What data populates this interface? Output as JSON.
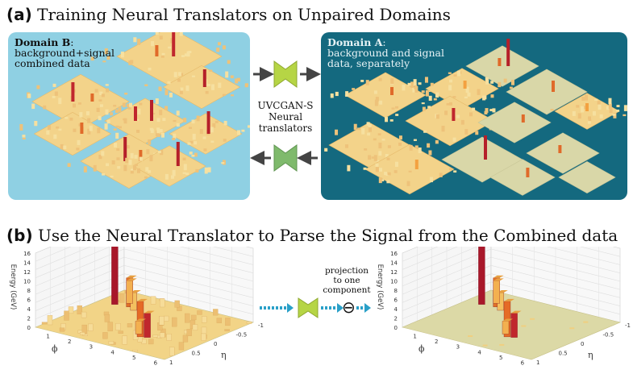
{
  "section_a": {
    "label": "(a)",
    "title": "Training Neural Translators on Unpaired Domains"
  },
  "domain_b": {
    "name": "Domain B",
    "description_line1": "background+signal",
    "description_line2": "combined data",
    "bg_color": "#8fd0e3"
  },
  "domain_a": {
    "name": "Domain A",
    "description_line1": "background and signal",
    "description_line2": "data, separately",
    "bg_color": "#14697f"
  },
  "translators": {
    "line1": "UVCGAN-S",
    "line2": "Neural",
    "line3": "translators",
    "top_color": "#b6d545",
    "bottom_color": "#7fba6c"
  },
  "section_b": {
    "label": "(b)",
    "title": "Use the Neural Translator to Parse the Signal from the Combined data"
  },
  "projection": {
    "line1": "projection",
    "line2": "to one",
    "line3": "component",
    "symbol": "⊖"
  },
  "plots": {
    "z_axis_label": "Energy (GeV)",
    "z_ticks": [
      "16",
      "14",
      "12",
      "10",
      "8",
      "6",
      "4",
      "2",
      "0"
    ],
    "phi_label": "ϕ",
    "phi_ticks": [
      "1",
      "2",
      "3",
      "4",
      "5",
      "6"
    ],
    "eta_label": "η",
    "eta_ticks": [
      "-1",
      "-0.5",
      "0",
      "0.5",
      "1"
    ]
  }
}
